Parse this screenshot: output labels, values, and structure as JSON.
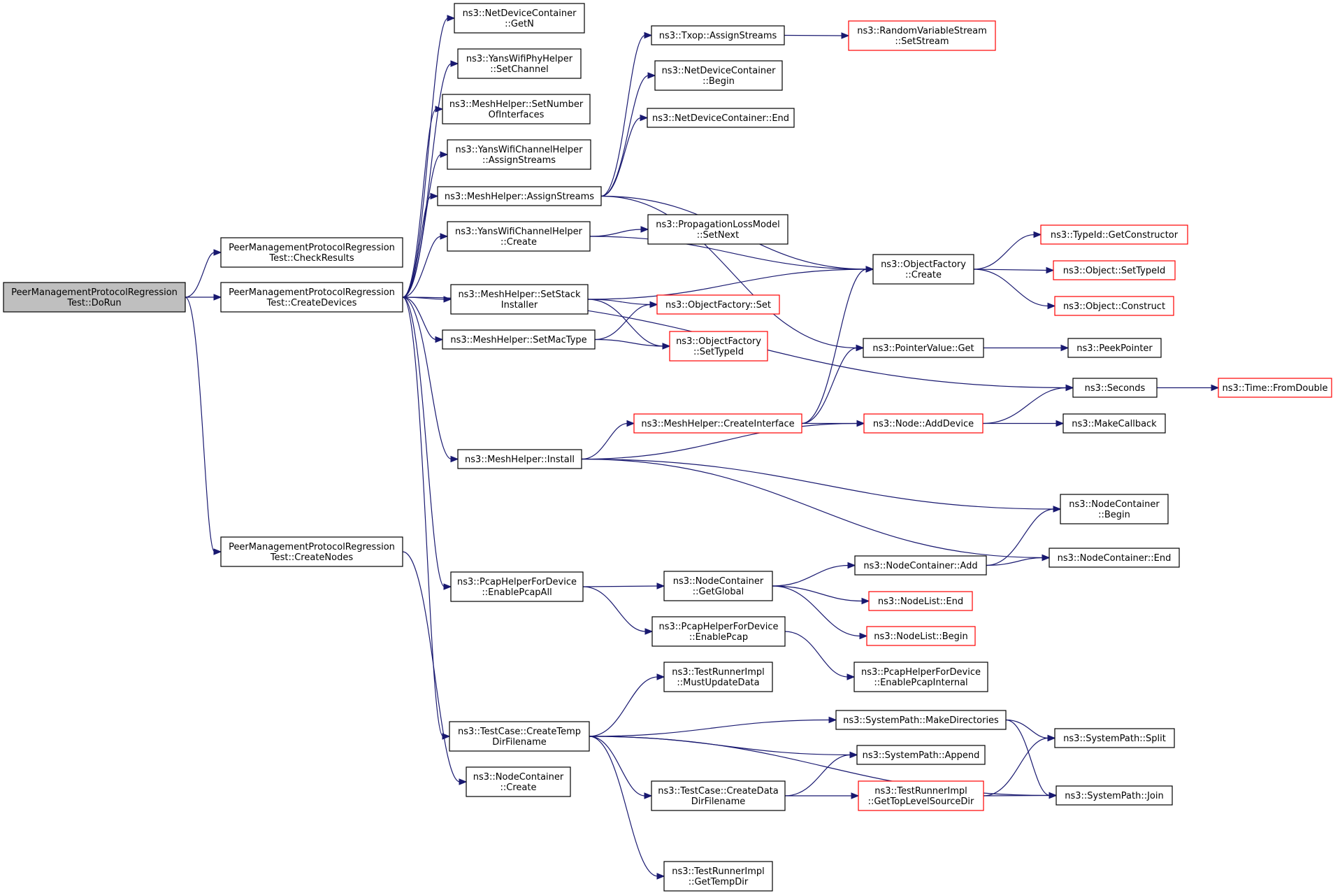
{
  "colors": {
    "edge": "#191970",
    "node_border": "#000000",
    "node_border_truncated": "#ff0000",
    "node_fill": "#ffffff",
    "root_fill": "#bfbfbf"
  },
  "nodes": {
    "dorun": {
      "lines": [
        "PeerManagementProtocolRegression",
        "Test::DoRun"
      ],
      "kind": "root"
    },
    "checkresults": {
      "lines": [
        "PeerManagementProtocolRegression",
        "Test::CheckResults"
      ],
      "kind": "normal"
    },
    "createdevices": {
      "lines": [
        "PeerManagementProtocolRegression",
        "Test::CreateDevices"
      ],
      "kind": "normal"
    },
    "createnodes": {
      "lines": [
        "PeerManagementProtocolRegression",
        "Test::CreateNodes"
      ],
      "kind": "normal"
    },
    "ndc_getn": {
      "lines": [
        "ns3::NetDeviceContainer",
        "::GetN"
      ],
      "kind": "normal"
    },
    "yans_phy_setchannel": {
      "lines": [
        "ns3::YansWifiPhyHelper",
        "::SetChannel"
      ],
      "kind": "normal"
    },
    "mesh_setnumberofinterfaces": {
      "lines": [
        "ns3::MeshHelper::SetNumber",
        "OfInterfaces"
      ],
      "kind": "normal"
    },
    "yans_chan_assignstreams": {
      "lines": [
        "ns3::YansWifiChannelHelper",
        "::AssignStreams"
      ],
      "kind": "normal"
    },
    "mesh_assignstreams": {
      "lines": [
        "ns3::MeshHelper::AssignStreams"
      ],
      "kind": "normal"
    },
    "yans_chan_create": {
      "lines": [
        "ns3::YansWifiChannelHelper",
        "::Create"
      ],
      "kind": "normal"
    },
    "mesh_setstackinstaller": {
      "lines": [
        "ns3::MeshHelper::SetStack",
        "Installer"
      ],
      "kind": "normal"
    },
    "mesh_setmactype": {
      "lines": [
        "ns3::MeshHelper::SetMacType"
      ],
      "kind": "normal"
    },
    "mesh_install": {
      "lines": [
        "ns3::MeshHelper::Install"
      ],
      "kind": "normal"
    },
    "pcap_enablepcapall": {
      "lines": [
        "ns3::PcapHelperForDevice",
        "::EnablePcapAll"
      ],
      "kind": "normal"
    },
    "testcase_createtempdirfilename": {
      "lines": [
        "ns3::TestCase::CreateTemp",
        "DirFilename"
      ],
      "kind": "normal"
    },
    "nc_create": {
      "lines": [
        "ns3::NodeContainer",
        "::Create"
      ],
      "kind": "normal"
    },
    "txop_assignstreams": {
      "lines": [
        "ns3::Txop::AssignStreams"
      ],
      "kind": "normal"
    },
    "ndc_begin": {
      "lines": [
        "ns3::NetDeviceContainer",
        "::Begin"
      ],
      "kind": "normal"
    },
    "ndc_end": {
      "lines": [
        "ns3::NetDeviceContainer::End"
      ],
      "kind": "normal"
    },
    "plm_setnext": {
      "lines": [
        "ns3::PropagationLossModel",
        "::SetNext"
      ],
      "kind": "normal"
    },
    "of_set": {
      "lines": [
        "ns3::ObjectFactory::Set"
      ],
      "kind": "truncated"
    },
    "of_settypeid": {
      "lines": [
        "ns3::ObjectFactory",
        "::SetTypeId"
      ],
      "kind": "truncated"
    },
    "mesh_createinterface": {
      "lines": [
        "ns3::MeshHelper::CreateInterface"
      ],
      "kind": "truncated"
    },
    "nc_getglobal": {
      "lines": [
        "ns3::NodeContainer",
        "::GetGlobal"
      ],
      "kind": "normal"
    },
    "pcap_enablepcap": {
      "lines": [
        "ns3::PcapHelperForDevice",
        "::EnablePcap"
      ],
      "kind": "normal"
    },
    "tri_mustupdatedata": {
      "lines": [
        "ns3::TestRunnerImpl",
        "::MustUpdateData"
      ],
      "kind": "normal"
    },
    "testcase_createdatadirfilename": {
      "lines": [
        "ns3::TestCase::CreateData",
        "DirFilename"
      ],
      "kind": "normal"
    },
    "tri_gettempdir": {
      "lines": [
        "ns3::TestRunnerImpl",
        "::GetTempDir"
      ],
      "kind": "normal"
    },
    "rvs_setstream": {
      "lines": [
        "ns3::RandomVariableStream",
        "::SetStream"
      ],
      "kind": "truncated"
    },
    "of_create": {
      "lines": [
        "ns3::ObjectFactory",
        "::Create"
      ],
      "kind": "normal"
    },
    "pointervalue_get": {
      "lines": [
        "ns3::PointerValue::Get"
      ],
      "kind": "normal"
    },
    "node_adddevice": {
      "lines": [
        "ns3::Node::AddDevice"
      ],
      "kind": "truncated"
    },
    "nc_add": {
      "lines": [
        "ns3::NodeContainer::Add"
      ],
      "kind": "normal"
    },
    "nodelist_end": {
      "lines": [
        "ns3::NodeList::End"
      ],
      "kind": "truncated"
    },
    "nodelist_begin": {
      "lines": [
        "ns3::NodeList::Begin"
      ],
      "kind": "truncated"
    },
    "pcap_enablepcapinternal": {
      "lines": [
        "ns3::PcapHelperForDevice",
        "::EnablePcapInternal"
      ],
      "kind": "normal"
    },
    "sp_makedirectories": {
      "lines": [
        "ns3::SystemPath::MakeDirectories"
      ],
      "kind": "normal"
    },
    "sp_append": {
      "lines": [
        "ns3::SystemPath::Append"
      ],
      "kind": "normal"
    },
    "tri_gettoplevelsourcedir": {
      "lines": [
        "ns3::TestRunnerImpl",
        "::GetTopLevelSourceDir"
      ],
      "kind": "truncated"
    },
    "typeid_getconstructor": {
      "lines": [
        "ns3::TypeId::GetConstructor"
      ],
      "kind": "truncated"
    },
    "object_settypeid": {
      "lines": [
        "ns3::Object::SetTypeId"
      ],
      "kind": "truncated"
    },
    "object_construct": {
      "lines": [
        "ns3::Object::Construct"
      ],
      "kind": "truncated"
    },
    "peekpointer": {
      "lines": [
        "ns3::PeekPointer"
      ],
      "kind": "normal"
    },
    "seconds": {
      "lines": [
        "ns3::Seconds"
      ],
      "kind": "normal"
    },
    "makecallback": {
      "lines": [
        "ns3::MakeCallback"
      ],
      "kind": "normal"
    },
    "nc_begin": {
      "lines": [
        "ns3::NodeContainer",
        "::Begin"
      ],
      "kind": "normal"
    },
    "nc_end": {
      "lines": [
        "ns3::NodeContainer::End"
      ],
      "kind": "normal"
    },
    "sp_split": {
      "lines": [
        "ns3::SystemPath::Split"
      ],
      "kind": "normal"
    },
    "sp_join": {
      "lines": [
        "ns3::SystemPath::Join"
      ],
      "kind": "normal"
    },
    "time_fromdouble": {
      "lines": [
        "ns3::Time::FromDouble"
      ],
      "kind": "truncated"
    }
  },
  "edges": [
    [
      "dorun",
      "checkresults"
    ],
    [
      "dorun",
      "createdevices"
    ],
    [
      "dorun",
      "createnodes"
    ],
    [
      "createdevices",
      "ndc_getn"
    ],
    [
      "createdevices",
      "yans_phy_setchannel"
    ],
    [
      "createdevices",
      "mesh_setnumberofinterfaces"
    ],
    [
      "createdevices",
      "yans_chan_assignstreams"
    ],
    [
      "createdevices",
      "mesh_assignstreams"
    ],
    [
      "createdevices",
      "yans_chan_create"
    ],
    [
      "createdevices",
      "mesh_setstackinstaller"
    ],
    [
      "createdevices",
      "mesh_setmactype"
    ],
    [
      "createdevices",
      "mesh_install"
    ],
    [
      "createdevices",
      "pcap_enablepcapall"
    ],
    [
      "createdevices",
      "testcase_createtempdirfilename"
    ],
    [
      "createdevices",
      "seconds"
    ],
    [
      "createnodes",
      "nc_create"
    ],
    [
      "mesh_assignstreams",
      "txop_assignstreams"
    ],
    [
      "mesh_assignstreams",
      "ndc_begin"
    ],
    [
      "mesh_assignstreams",
      "ndc_end"
    ],
    [
      "mesh_assignstreams",
      "pointervalue_get"
    ],
    [
      "mesh_assignstreams",
      "of_create"
    ],
    [
      "txop_assignstreams",
      "rvs_setstream"
    ],
    [
      "yans_chan_create",
      "plm_setnext"
    ],
    [
      "yans_chan_create",
      "of_create"
    ],
    [
      "mesh_setstackinstaller",
      "of_create"
    ],
    [
      "mesh_setstackinstaller",
      "of_set"
    ],
    [
      "mesh_setstackinstaller",
      "of_settypeid"
    ],
    [
      "mesh_setmactype",
      "of_set"
    ],
    [
      "mesh_setmactype",
      "of_settypeid"
    ],
    [
      "mesh_install",
      "mesh_createinterface"
    ],
    [
      "mesh_install",
      "node_adddevice"
    ],
    [
      "mesh_install",
      "nc_begin"
    ],
    [
      "mesh_install",
      "nc_end"
    ],
    [
      "mesh_createinterface",
      "of_create"
    ],
    [
      "mesh_createinterface",
      "pointervalue_get"
    ],
    [
      "mesh_createinterface",
      "node_adddevice"
    ],
    [
      "of_create",
      "typeid_getconstructor"
    ],
    [
      "of_create",
      "object_settypeid"
    ],
    [
      "of_create",
      "object_construct"
    ],
    [
      "pointervalue_get",
      "peekpointer"
    ],
    [
      "node_adddevice",
      "seconds"
    ],
    [
      "node_adddevice",
      "makecallback"
    ],
    [
      "seconds",
      "time_fromdouble"
    ],
    [
      "pcap_enablepcapall",
      "nc_getglobal"
    ],
    [
      "pcap_enablepcapall",
      "pcap_enablepcap"
    ],
    [
      "nc_getglobal",
      "nc_add"
    ],
    [
      "nc_getglobal",
      "nodelist_end"
    ],
    [
      "nc_getglobal",
      "nodelist_begin"
    ],
    [
      "nc_add",
      "nc_begin"
    ],
    [
      "nc_add",
      "nc_end"
    ],
    [
      "pcap_enablepcap",
      "pcap_enablepcapinternal"
    ],
    [
      "testcase_createtempdirfilename",
      "tri_mustupdatedata"
    ],
    [
      "testcase_createtempdirfilename",
      "sp_makedirectories"
    ],
    [
      "testcase_createtempdirfilename",
      "sp_append"
    ],
    [
      "testcase_createtempdirfilename",
      "testcase_createdatadirfilename"
    ],
    [
      "testcase_createtempdirfilename",
      "sp_join"
    ],
    [
      "testcase_createtempdirfilename",
      "tri_gettempdir"
    ],
    [
      "sp_makedirectories",
      "sp_split"
    ],
    [
      "sp_makedirectories",
      "sp_join"
    ],
    [
      "testcase_createdatadirfilename",
      "sp_append"
    ],
    [
      "testcase_createdatadirfilename",
      "tri_gettoplevelsourcedir"
    ],
    [
      "tri_gettoplevelsourcedir",
      "sp_split"
    ],
    [
      "tri_gettoplevelsourcedir",
      "sp_join"
    ]
  ]
}
